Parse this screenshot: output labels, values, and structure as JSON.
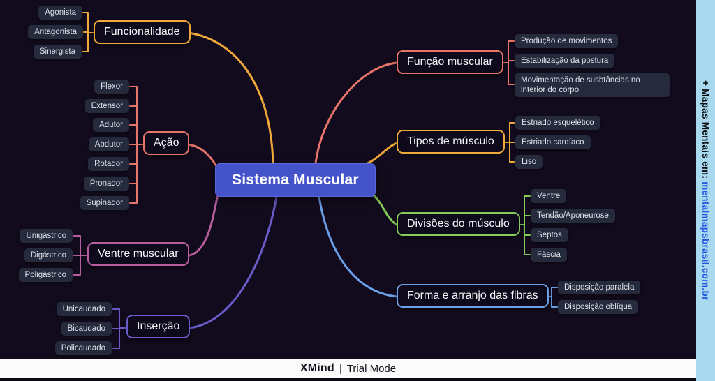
{
  "center": {
    "title": "Sistema Muscular",
    "bg_color": "#4553cb",
    "text_color": "#ffffff"
  },
  "background_color": "#120b1d",
  "child_node_color": "#252b3c",
  "branches": {
    "funcionalidade": {
      "label": "Funcionalidade",
      "color": "#f2a93b",
      "children": [
        "Agonista",
        "Antagonista",
        "Sinergista"
      ]
    },
    "acao": {
      "label": "Ação",
      "color": "#e8756a",
      "children": [
        "Flexor",
        "Extensor",
        "Adutor",
        "Abdutor",
        "Rotador",
        "Pronador",
        "Supinador"
      ]
    },
    "ventre_muscular": {
      "label": "Ventre muscular",
      "color": "#b75f9f",
      "children": [
        "Unigástrico",
        "Digástrico",
        "Poligástrico"
      ]
    },
    "insercao": {
      "label": "Inserção",
      "color": "#6a5dcb",
      "children": [
        "Unicaudado",
        "Bicaudado",
        "Policaudado"
      ]
    },
    "funcao_muscular": {
      "label": "Função muscular",
      "color": "#e8756a",
      "children": [
        "Produção de movimentos",
        "Estabilização da postura",
        "Movimentação de susbtâncias no interior do corpo"
      ]
    },
    "tipos_de_musculo": {
      "label": "Tipos de músculo",
      "color": "#f2a93b",
      "children": [
        "Estriado esquelético",
        "Estriado cardíaco",
        "Liso"
      ]
    },
    "divisoes_do_musculo": {
      "label": "Divisões do músculo",
      "color": "#84cb58",
      "children": [
        "Ventre",
        "Tendão/Aponeurose",
        "Septos",
        "Fáscia"
      ]
    },
    "forma_arranjo_fibras": {
      "label": "Forma e arranjo das fibras",
      "color": "#6ba0e8",
      "children": [
        "Disposição paralela",
        "Disposição oblíqua"
      ]
    }
  },
  "footer": {
    "app_name": "XMind",
    "separator": "|",
    "mode": "Trial Mode"
  },
  "side_banner": {
    "prefix": "+ Mapas Mentais em: ",
    "url": "mentalmapsbrasil.com.br",
    "bg_color": "#a9d9ef",
    "url_color": "#2255e0"
  }
}
